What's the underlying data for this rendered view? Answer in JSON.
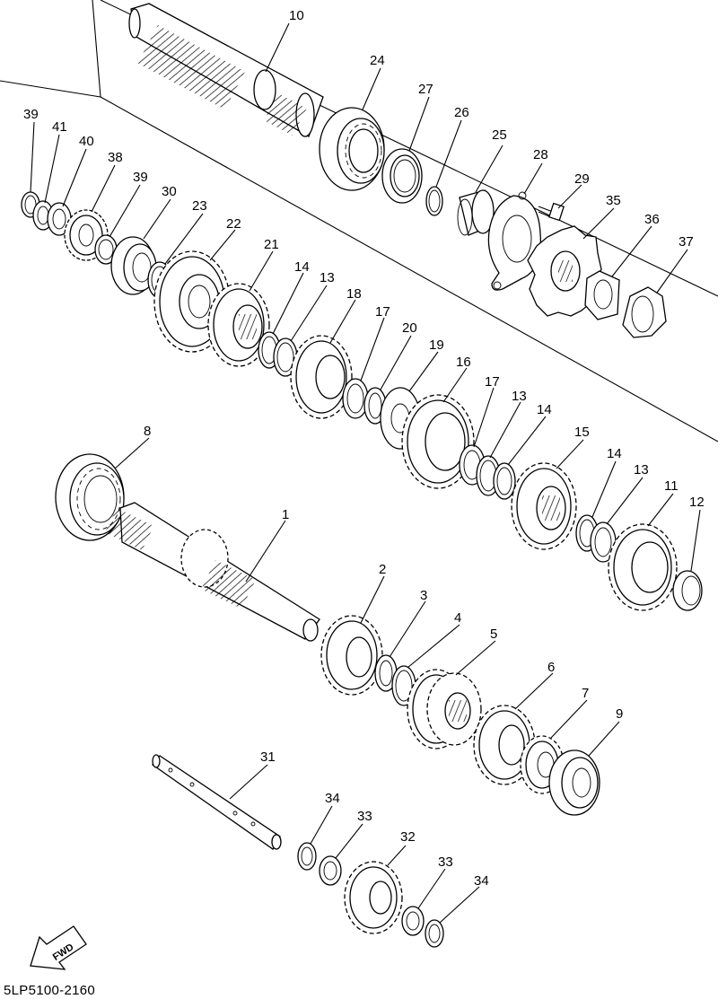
{
  "diagram": {
    "reference_code": "5LP5100-2160",
    "fwd_label": "FWD",
    "callouts": [
      "10",
      "24",
      "27",
      "26",
      "25",
      "28",
      "29",
      "35",
      "36",
      "37",
      "39",
      "41",
      "40",
      "38",
      "39",
      "30",
      "23",
      "22",
      "21",
      "14",
      "13",
      "18",
      "17",
      "20",
      "19",
      "16",
      "17",
      "13",
      "14",
      "15",
      "14",
      "13",
      "11",
      "12",
      "8",
      "1",
      "2",
      "3",
      "4",
      "5",
      "6",
      "7",
      "9",
      "31",
      "34",
      "33",
      "32",
      "33",
      "34"
    ]
  }
}
